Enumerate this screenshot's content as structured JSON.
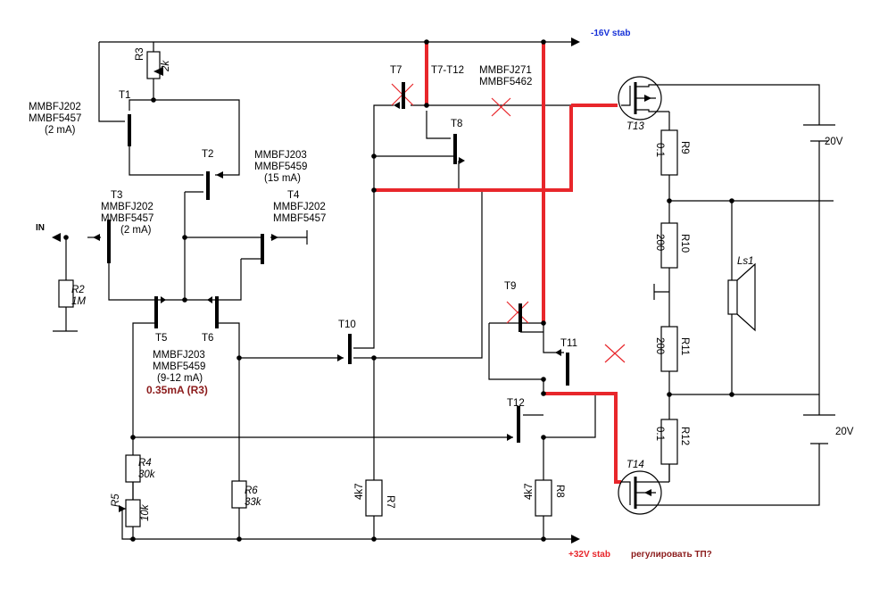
{
  "colors": {
    "wire": "#000000",
    "highlight": "#e8262b",
    "supply_neg": "#1530d8",
    "supply_pos": "#e8262b",
    "note": "#8b1a1a"
  },
  "supply": {
    "neg": "-16V stab",
    "pos": "+32V stab",
    "note": "регулировать ТП?"
  },
  "in_label": "IN",
  "transistors": {
    "t1": {
      "name": "T1",
      "model1": "MMBFJ202",
      "model2": "MMBF5457",
      "current": "(2 mA)"
    },
    "t2": {
      "name": "T2",
      "model1": "MMBFJ203",
      "model2": "MMBF5459",
      "current": "(15 mA)"
    },
    "t3": {
      "name": "T3",
      "model1": "MMBFJ202",
      "model2": "MMBF5457",
      "current": "(2 mA)"
    },
    "t4": {
      "name": "T4",
      "model1": "MMBFJ202",
      "model2": "MMBF5457"
    },
    "t5": {
      "name": "T5"
    },
    "t6": {
      "name": "T6"
    },
    "t56": {
      "model1": "MMBFJ203",
      "model2": "MMBF5459",
      "current": "(9-12 mA)",
      "highlight": "0.35mA (R3)"
    },
    "t7": {
      "name": "T7",
      "range": "T7-T12",
      "model1": "MMBFJ271",
      "model2": "MMBF5462"
    },
    "t8": {
      "name": "T8"
    },
    "t9": {
      "name": "T9"
    },
    "t10": {
      "name": "T10"
    },
    "t11": {
      "name": "T11"
    },
    "t12": {
      "name": "T12"
    },
    "t13": {
      "name": "T13"
    },
    "t14": {
      "name": "T14"
    }
  },
  "resistors": {
    "r2": {
      "name": "R2",
      "value": "1M"
    },
    "r3": {
      "name": "R3",
      "value": "2k"
    },
    "r4": {
      "name": "R4",
      "value": "30k"
    },
    "r5": {
      "name": "R5",
      "value": "10k"
    },
    "r6": {
      "name": "R6",
      "value": "33k"
    },
    "r7": {
      "name": "R7",
      "value": "4k7"
    },
    "r8": {
      "name": "R8",
      "value": "4k7"
    },
    "r9": {
      "name": "R9",
      "value": "0.1"
    },
    "r10": {
      "name": "R10",
      "value": "200"
    },
    "r11": {
      "name": "R11",
      "value": "200"
    },
    "r12": {
      "name": "R12",
      "value": "0.1"
    }
  },
  "speaker": {
    "name": "Ls1"
  },
  "batteries": {
    "top": "20V",
    "bottom": "20V"
  }
}
